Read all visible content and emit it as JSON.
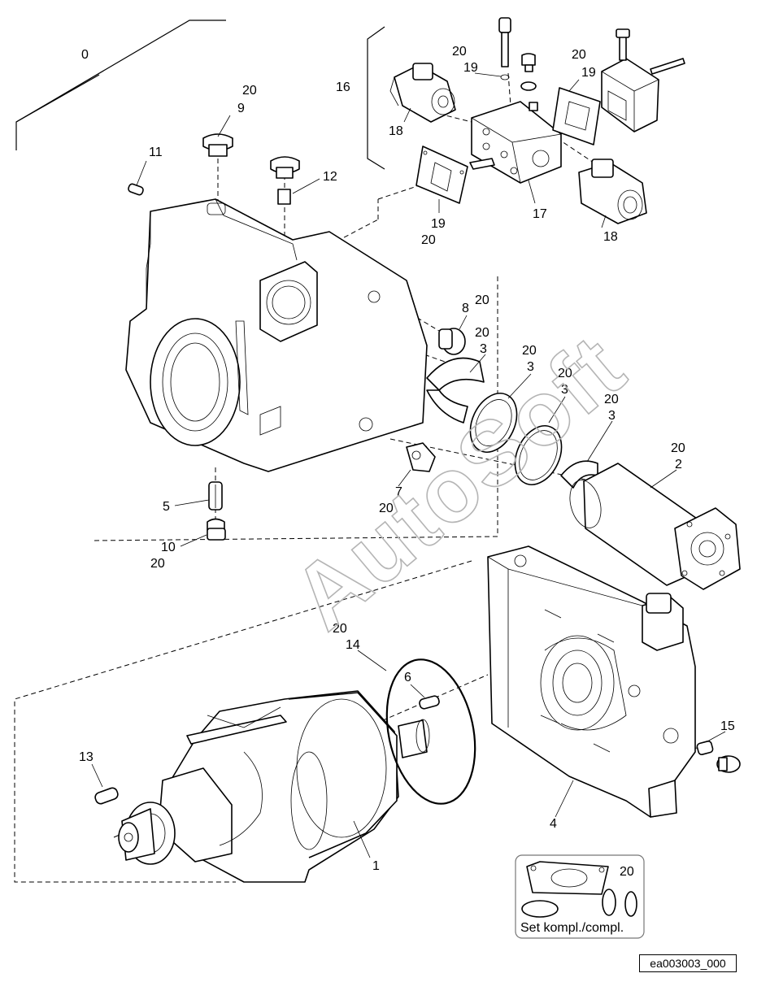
{
  "watermark": "AutoSoft",
  "drawing_ref": "ea003003_000",
  "set_box": {
    "label": "Set kompl./compl.",
    "number": "20"
  },
  "callouts": {
    "c0": "0",
    "c9": "9",
    "c9s": "20",
    "c11": "11",
    "c12": "12",
    "c16": "16",
    "c18a": "18",
    "c18b": "18",
    "c17": "17",
    "c19a": "19",
    "c19as": "20",
    "c19b": "19",
    "c19bs": "20",
    "c19c": "19",
    "c19cs": "20",
    "c8": "8",
    "c8s": "20",
    "c3a": "3",
    "c3as": "20",
    "c3b": "3",
    "c3bs": "20",
    "c3c": "3",
    "c3cs": "20",
    "c3d": "3",
    "c3ds": "20",
    "c2": "2",
    "c2s": "20",
    "c7": "7",
    "c7s": "20",
    "c5": "5",
    "c10": "10",
    "c10s": "20",
    "c14": "14",
    "c14s": "20",
    "c6": "6",
    "c13": "13",
    "c1": "1",
    "c4": "4",
    "c15": "15"
  }
}
